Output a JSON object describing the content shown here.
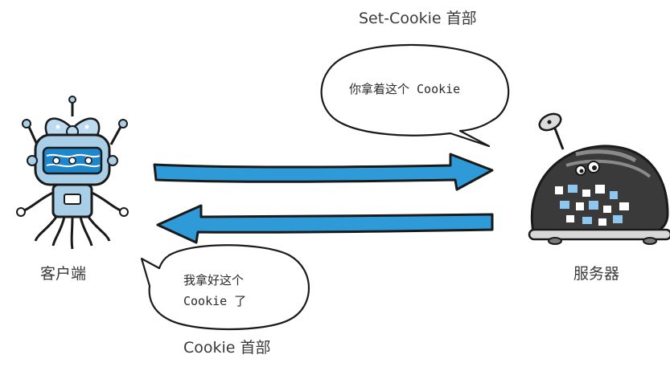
{
  "labels": {
    "set_cookie_header": "Set-Cookie 首部",
    "cookie_header": "Cookie 首部",
    "client": "客户端",
    "server": "服务器"
  },
  "bubbles": {
    "server_says": "你拿着这个 Cookie",
    "client_says_line1": "我拿好这个",
    "client_says_line2": "Cookie 了"
  },
  "colors": {
    "arrow_blue": "#2f9ad8",
    "outline": "#1a1a1a",
    "client_body": "#a9cfe8",
    "server_shell": "#3a3a3a"
  },
  "icons": [
    "client-robot-icon",
    "server-robot-icon",
    "antenna-dish-icon"
  ]
}
